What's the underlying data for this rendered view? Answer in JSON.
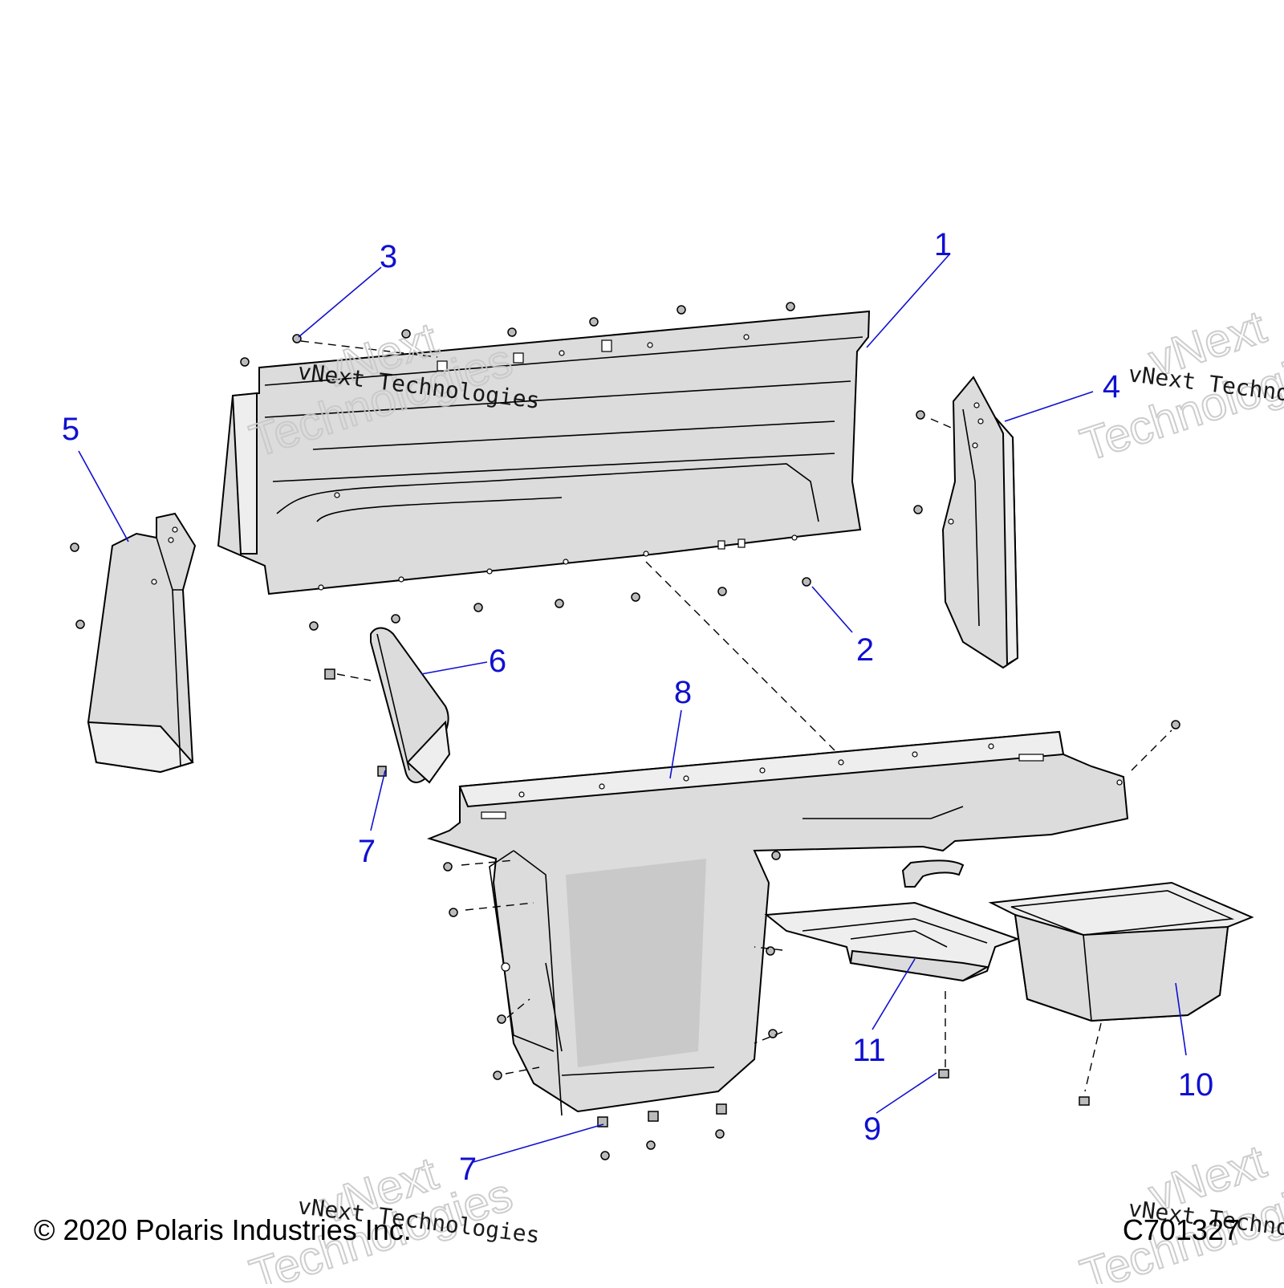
{
  "callouts": [
    {
      "id": "1",
      "label": "1"
    },
    {
      "id": "2",
      "label": "2"
    },
    {
      "id": "3",
      "label": "3"
    },
    {
      "id": "4",
      "label": "4"
    },
    {
      "id": "5",
      "label": "5"
    },
    {
      "id": "6",
      "label": "6"
    },
    {
      "id": "7a",
      "label": "7"
    },
    {
      "id": "7b",
      "label": "7"
    },
    {
      "id": "8",
      "label": "8"
    },
    {
      "id": "9",
      "label": "9"
    },
    {
      "id": "10",
      "label": "10"
    },
    {
      "id": "11",
      "label": "11"
    }
  ],
  "footer": {
    "copyright": "© 2020 Polaris Industries Inc.",
    "drawing_number": "C701327"
  },
  "watermark": {
    "line_small": "vNext Technologies",
    "line_big_1": "vNext",
    "line_big_2": "Technologies"
  },
  "colors": {
    "callout": "#1010d0",
    "part_fill": "#dcdcdc"
  }
}
